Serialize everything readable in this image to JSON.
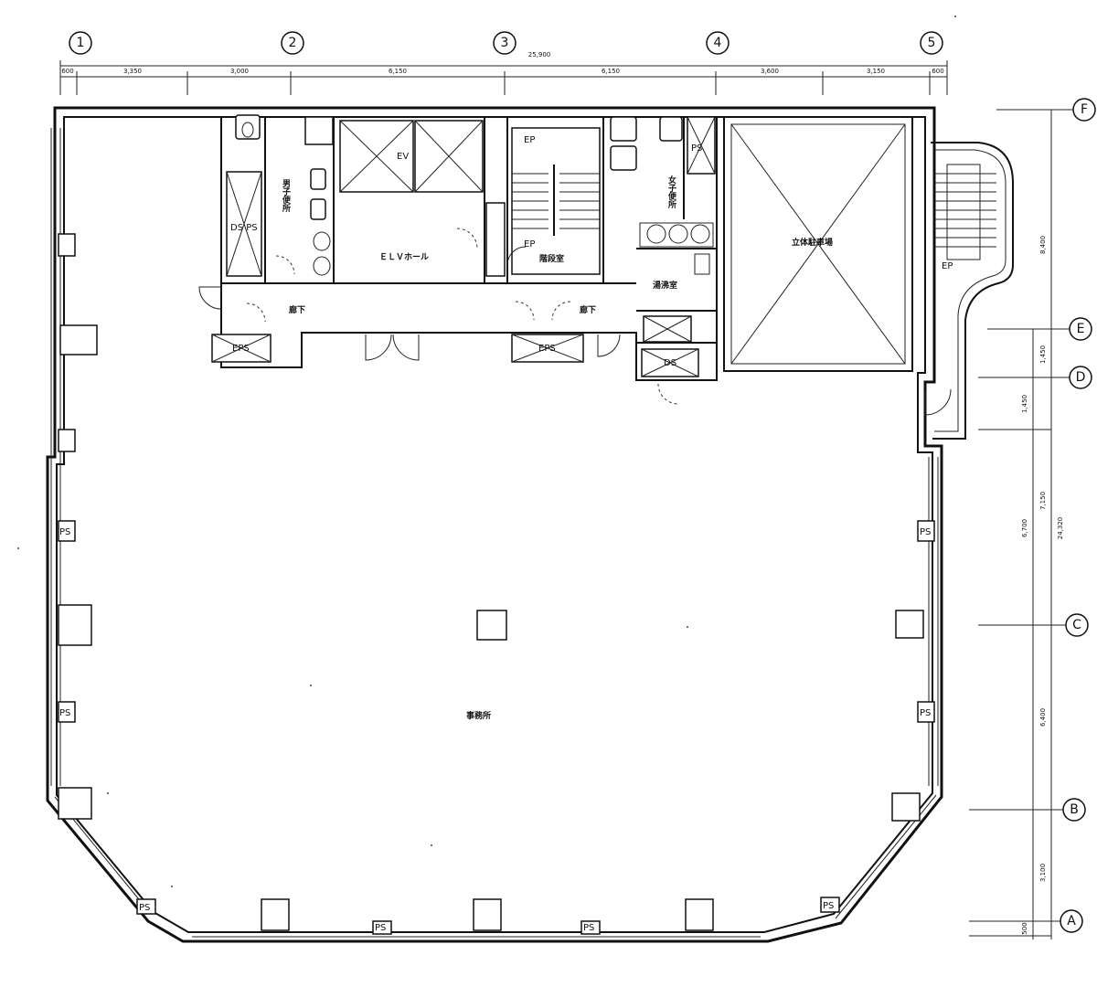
{
  "grid": {
    "columns": [
      "1",
      "2",
      "3",
      "4",
      "5"
    ],
    "rows": [
      "F",
      "E",
      "D",
      "C",
      "B",
      "A"
    ]
  },
  "dimensions": {
    "top_total": "25,900",
    "top_segments": [
      "600",
      "3,350",
      "3,000",
      "6,150",
      "6,150",
      "3,600",
      "3,150",
      "600"
    ],
    "right_total": "24,320",
    "right_segments": [
      "8,400",
      "1,450",
      "1,450",
      "7,150",
      "6,700",
      "6,400",
      "3,100",
      "500"
    ]
  },
  "rooms": {
    "elv_hall": "ＥＬＶホール",
    "corridor_left": "廊下",
    "corridor_right": "廊下",
    "male_wc": "男子便所",
    "female_wc": "女子便所",
    "stair_room": "階段室",
    "pantry": "湯沸室",
    "parking": "立体駐車場",
    "office": "事務所",
    "ev": "EV",
    "ps": "PS",
    "ds_ps": "DS PS",
    "eps": "EPS",
    "ds": "DS",
    "ep": "EP"
  }
}
